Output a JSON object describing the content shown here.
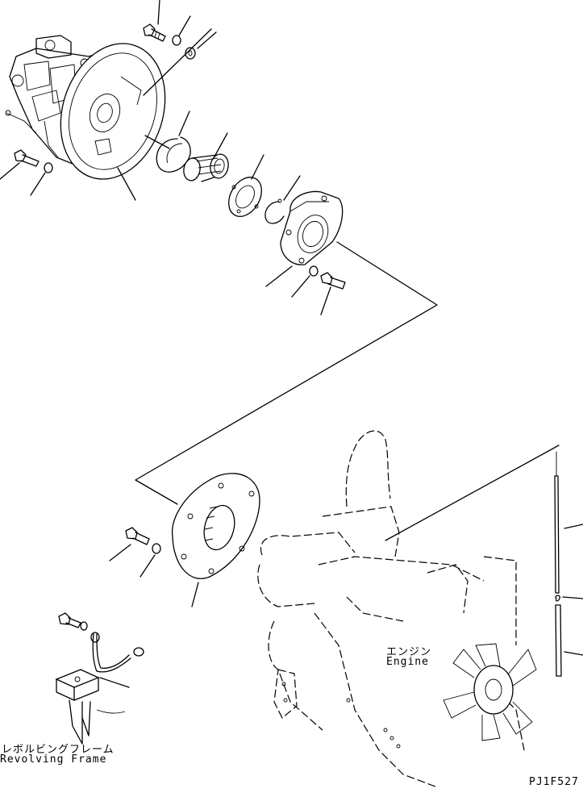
{
  "labels": {
    "engine_jp": "エンジン",
    "engine_en": "Engine",
    "frame_jp": "レボルビングフレーム",
    "frame_en": "Revolving Frame",
    "drawing_code": "PJ1F527"
  }
}
